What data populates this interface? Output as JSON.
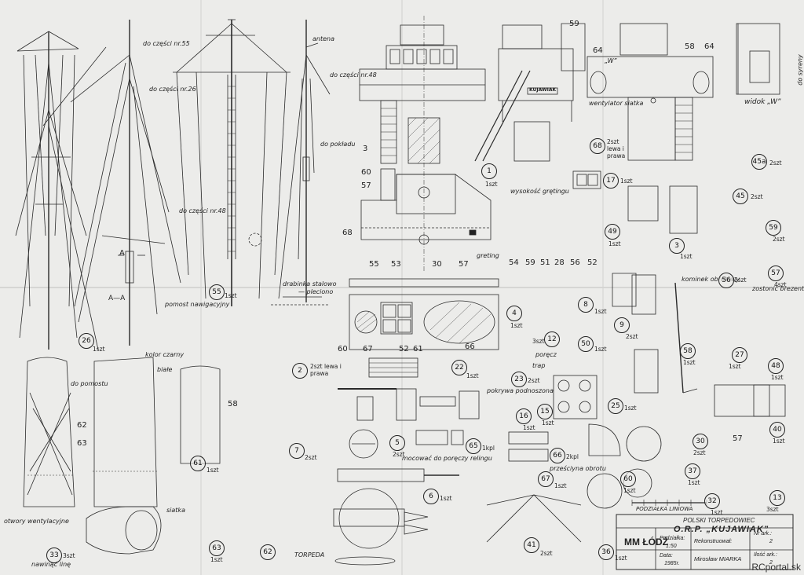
{
  "labels": {
    "do_czesci_55": "do części nr.55",
    "do_czesci_26": "do części nr.26",
    "antena": "antena",
    "do_czesci_48_top": "do części nr.48",
    "do_pokladu": "do pokładu",
    "do_czesci_48": "do części nr.48",
    "drabinka": "drabinka stalowo",
    "pieciono": "— pleciono",
    "pomost": "pomost nawigacyjny",
    "section_a": "A",
    "section_aa": "A—A",
    "kolor_czarny": "kolor czarny",
    "biale": "białe",
    "do_pomostu": "do pomostu",
    "otwory": "otwory wentylacyjne",
    "siatka": "siatka",
    "nawinac": "nawinąć linę",
    "wentylator": "wentylator siatka",
    "widok_w": "widok „W”",
    "w_arrow": "„W”",
    "do_syreny": "do syreny",
    "wysokosc": "wysokość grętingu",
    "greting": "greting",
    "porecz": "poręcz",
    "trap": "trap",
    "pokrywa": "pokrywa podnoszona",
    "mocowac": "mocować do poręczy relingu",
    "przeszczone": "prześciyna obrotu",
    "kominek": "kominek obrotowy",
    "zostonic": "zostonić brezentem",
    "torpeda": "TORPEDA",
    "podzialka": "PODZIAŁKA LINIOWA",
    "kujawiak_sign": "KUJAWIAK"
  },
  "parts": [
    {
      "n": "26",
      "q": "1szt"
    },
    {
      "n": "55",
      "q": "1szt"
    },
    {
      "n": "3",
      "q": ""
    },
    {
      "n": "60",
      "q": ""
    },
    {
      "n": "57",
      "q": ""
    },
    {
      "n": "68",
      "q": ""
    },
    {
      "n": "55",
      "q": ""
    },
    {
      "n": "53",
      "q": ""
    },
    {
      "n": "30",
      "q": ""
    },
    {
      "n": "57",
      "q": ""
    },
    {
      "n": "1",
      "q": "1szt"
    },
    {
      "n": "59",
      "q": ""
    },
    {
      "n": "64",
      "q": ""
    },
    {
      "n": "58",
      "q": ""
    },
    {
      "n": "64",
      "q": ""
    },
    {
      "n": "68",
      "q": "2szt lewa i prawa"
    },
    {
      "n": "17",
      "q": "1szt"
    },
    {
      "n": "45a",
      "q": "2szt"
    },
    {
      "n": "45",
      "q": "2szt"
    },
    {
      "n": "49",
      "q": "1szt"
    },
    {
      "n": "59",
      "q": "2szt"
    },
    {
      "n": "3",
      "q": "1szt"
    },
    {
      "n": "56",
      "q": "2szt"
    },
    {
      "n": "57",
      "q": "4szt"
    },
    {
      "n": "4",
      "q": "1szt"
    },
    {
      "n": "8",
      "q": "1szt"
    },
    {
      "n": "12",
      "q": "3szt"
    },
    {
      "n": "9",
      "q": "2szt"
    },
    {
      "n": "50",
      "q": "1szt"
    },
    {
      "n": "58",
      "q": "1szt"
    },
    {
      "n": "27",
      "q": "1szt"
    },
    {
      "n": "48",
      "q": "1szt"
    },
    {
      "n": "2",
      "q": "2szt lewa i prawa"
    },
    {
      "n": "22",
      "q": "1szt"
    },
    {
      "n": "23",
      "q": "2szt"
    },
    {
      "n": "16",
      "q": "1szt"
    },
    {
      "n": "15",
      "q": "1szt"
    },
    {
      "n": "25",
      "q": "1szt"
    },
    {
      "n": "40",
      "q": "1szt"
    },
    {
      "n": "30",
      "q": "2szt"
    },
    {
      "n": "57",
      "q": ""
    },
    {
      "n": "7",
      "q": "2szt"
    },
    {
      "n": "5",
      "q": "2szt"
    },
    {
      "n": "65",
      "q": "1kpl"
    },
    {
      "n": "66",
      "q": "2kpl"
    },
    {
      "n": "67",
      "q": "1szt"
    },
    {
      "n": "60",
      "q": "1szt"
    },
    {
      "n": "37",
      "q": "1szt"
    },
    {
      "n": "61",
      "q": "1szt"
    },
    {
      "n": "6",
      "q": "1szt"
    },
    {
      "n": "32",
      "q": "1szt"
    },
    {
      "n": "13",
      "q": "3szt"
    },
    {
      "n": "41",
      "q": "2szt"
    },
    {
      "n": "36",
      "q": "1szt"
    },
    {
      "n": "33",
      "q": "3szt"
    },
    {
      "n": "63",
      "q": "1szt"
    },
    {
      "n": "62",
      "q": ""
    },
    {
      "n": "58",
      "q": ""
    },
    {
      "n": "62",
      "q": ""
    },
    {
      "n": "63",
      "q": ""
    },
    {
      "n": "60",
      "q": ""
    },
    {
      "n": "67",
      "q": ""
    },
    {
      "n": "52",
      "q": ""
    },
    {
      "n": "61",
      "q": ""
    },
    {
      "n": "66",
      "q": ""
    },
    {
      "n": "54",
      "q": ""
    },
    {
      "n": "59",
      "q": ""
    },
    {
      "n": "51",
      "q": ""
    },
    {
      "n": "28",
      "q": ""
    },
    {
      "n": "56",
      "q": ""
    },
    {
      "n": "52",
      "q": ""
    }
  ],
  "title_block": {
    "heading": "POLSKI TORPEDOWIEC",
    "ship": "O.R.P. „KUJAWIAK”",
    "scale_label": "Podziałka:",
    "scale_value": "1:50",
    "redrawn_label": "Rekonstruował:",
    "author": "Mirosław MIARKA",
    "date_label": "Data:",
    "date_value": "1985r.",
    "sheet_no_label": "Nr ark.:",
    "sheet_no": "2",
    "sheets_label": "Ilość ark.:",
    "sheets": "2",
    "logo": "MM ŁÓDŹ"
  },
  "watermark": "RCportal.sk"
}
